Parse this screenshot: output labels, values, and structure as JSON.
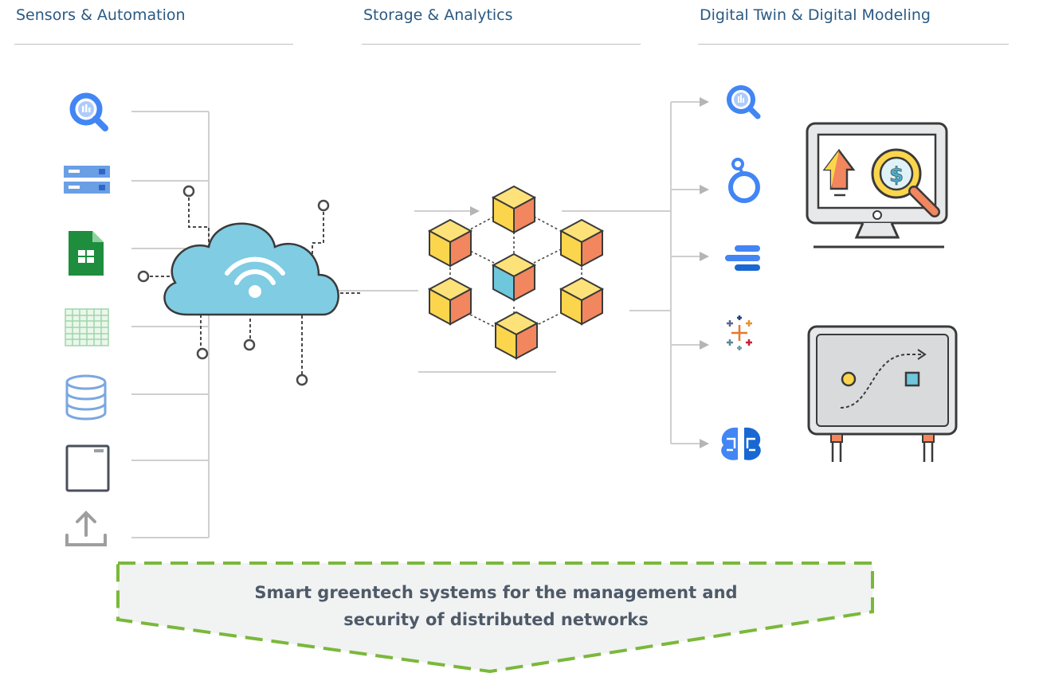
{
  "headers": {
    "sensors": "Sensors & Automation",
    "storage": "Storage & Analytics",
    "twin": "Digital Twin & Digital Modeling"
  },
  "banner": {
    "line1": "Smart greentech systems for the management and",
    "line2": "security of distributed networks"
  },
  "sources": [
    {
      "icon": "bigquery-icon"
    },
    {
      "icon": "storage-servers-icon"
    },
    {
      "icon": "google-sheets-icon"
    },
    {
      "icon": "spreadsheet-grid-icon"
    },
    {
      "icon": "database-icon"
    },
    {
      "icon": "file-document-icon"
    },
    {
      "icon": "upload-icon"
    }
  ],
  "outputs": [
    {
      "icon": "bigquery-icon"
    },
    {
      "icon": "looker-icon"
    },
    {
      "icon": "data-studio-icon"
    },
    {
      "icon": "tableau-icon"
    },
    {
      "icon": "ai-brain-icon"
    }
  ],
  "hub": {
    "icon": "cloud-wifi-icon"
  },
  "blockchain": {
    "icon": "blockchain-cubes-icon"
  },
  "twins": [
    {
      "icon": "monitor-analytics-icon"
    },
    {
      "icon": "process-board-icon"
    }
  ],
  "colors": {
    "header_text": "#2a5a83",
    "banner_dash": "#7ab83a",
    "banner_fill": "#f1f2f2",
    "banner_text": "#4e5a68",
    "cloud_fill": "#7fcce3",
    "cube_yellow": "#fbd54c",
    "cube_orange": "#f2865e",
    "cube_blue": "#6fc7dc",
    "google_blue": "#4285f4",
    "sheets_green": "#1e8e3e"
  }
}
